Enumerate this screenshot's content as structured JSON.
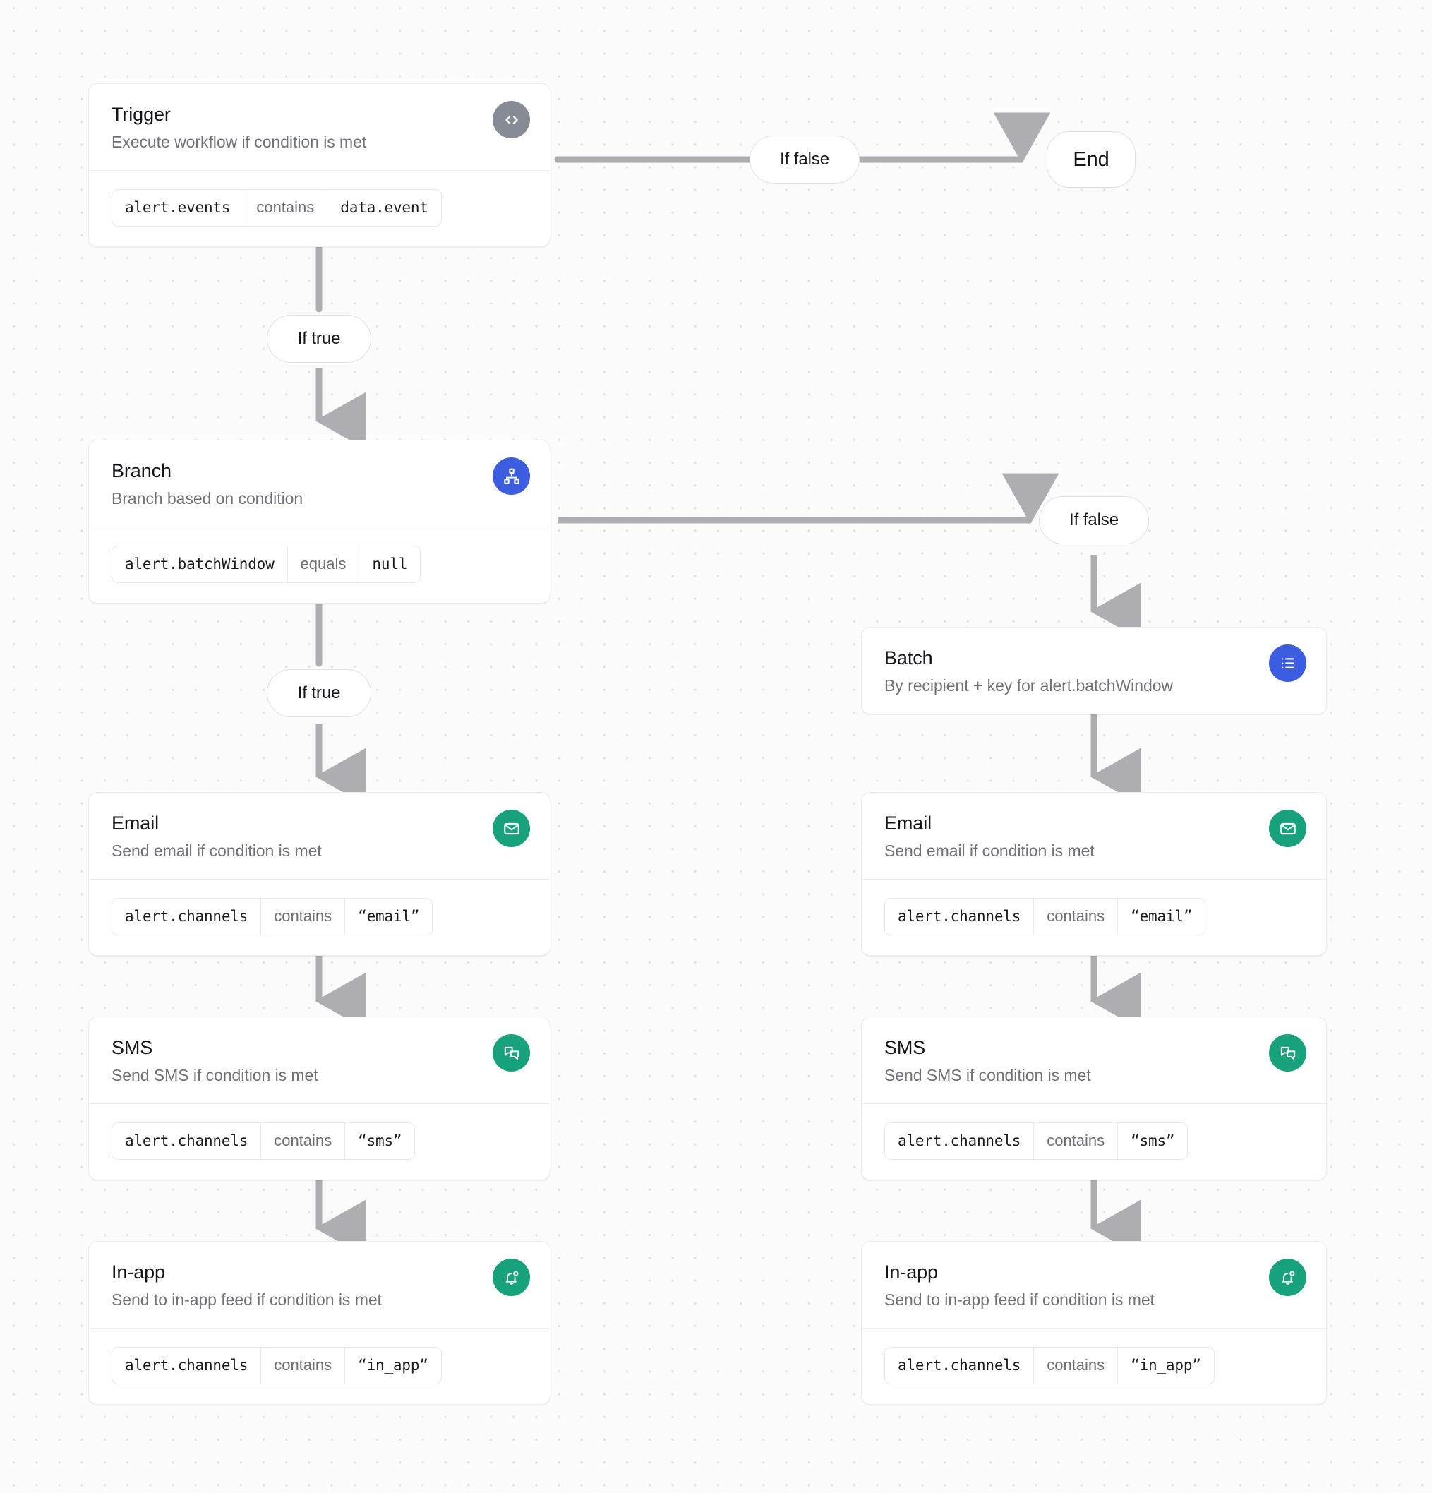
{
  "canvas": {
    "background_color": "#fbfbfb",
    "dot_color": "#e2e2e4",
    "edge_color": "#aeaeb2"
  },
  "palette": {
    "trigger_badge": "#868b96",
    "branch_badge": "#3d5de0",
    "batch_badge": "#3d5de0",
    "channel_badge": "#17a27c",
    "card_border": "#ececf0",
    "title_color": "#15161c",
    "desc_color": "#707279"
  },
  "nodes": {
    "trigger": {
      "title": "Trigger",
      "description": "Execute workflow if condition is met",
      "icon": "code-icon",
      "condition": {
        "field": "alert.events",
        "operator": "contains",
        "value": "data.event"
      }
    },
    "branch": {
      "title": "Branch",
      "description": "Branch based on condition",
      "icon": "sitemap-icon",
      "condition": {
        "field": "alert.batchWindow",
        "operator": "equals",
        "value": "null"
      }
    },
    "batch": {
      "title": "Batch",
      "description": "By recipient + key for alert.batchWindow",
      "icon": "list-icon"
    },
    "email_left": {
      "title": "Email",
      "description": "Send email if condition is met",
      "icon": "envelope-icon",
      "condition": {
        "field": "alert.channels",
        "operator": "contains",
        "value": "“email”"
      }
    },
    "sms_left": {
      "title": "SMS",
      "description": "Send SMS if condition is met",
      "icon": "chat-bubbles-icon",
      "condition": {
        "field": "alert.channels",
        "operator": "contains",
        "value": "“sms”"
      }
    },
    "inapp_left": {
      "title": "In-app",
      "description": "Send to in-app feed if condition is met",
      "icon": "bell-dot-icon",
      "condition": {
        "field": "alert.channels",
        "operator": "contains",
        "value": "“in_app”"
      }
    },
    "email_right": {
      "title": "Email",
      "description": "Send email if condition is met",
      "icon": "envelope-icon",
      "condition": {
        "field": "alert.channels",
        "operator": "contains",
        "value": "“email”"
      }
    },
    "sms_right": {
      "title": "SMS",
      "description": "Send SMS if condition is met",
      "icon": "chat-bubbles-icon",
      "condition": {
        "field": "alert.channels",
        "operator": "contains",
        "value": "“sms”"
      }
    },
    "inapp_right": {
      "title": "In-app",
      "description": "Send to in-app feed if condition is met",
      "icon": "bell-dot-icon",
      "condition": {
        "field": "alert.channels",
        "operator": "contains",
        "value": "“in_app”"
      }
    },
    "end": {
      "label": "End"
    }
  },
  "edge_labels": {
    "trigger_false": "If false",
    "trigger_true": "If true",
    "branch_false": "If false",
    "branch_true": "If true"
  }
}
